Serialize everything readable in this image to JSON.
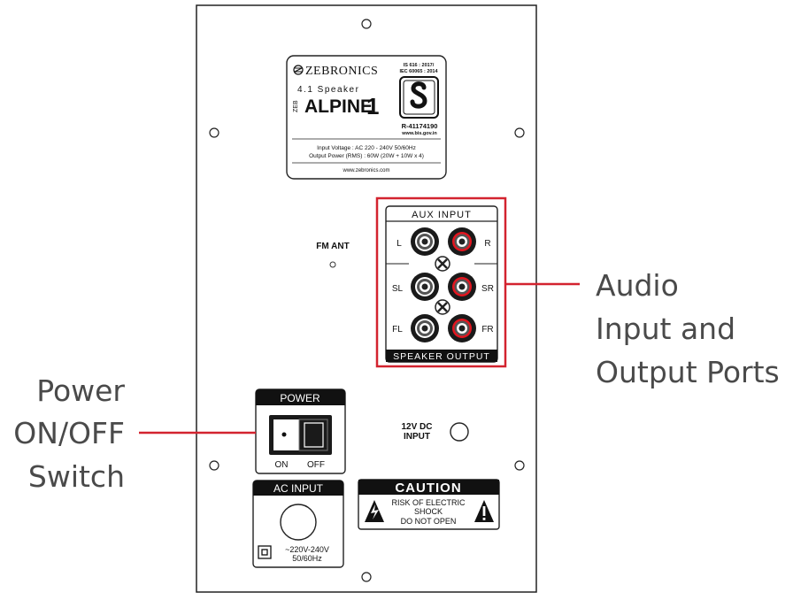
{
  "brand": {
    "name": "ZEBRONICS",
    "model_prefix": "4.1 Speaker",
    "model_zeb": "ZEB",
    "model_name": "ALPINE",
    "model_num": "1",
    "std_line1": "IS 616 : 2017/",
    "std_line2": "IEC 60065 : 2014",
    "registration": "R-41174190",
    "bis_url": "www.bis.gov.in",
    "input_voltage": "Input Voltage : AC 220 - 240V  50/60Hz",
    "output_power": "Output Power (RMS) : 60W (20W + 10W x 4)",
    "website": "www.zebronics.com"
  },
  "panel": {
    "fm_ant": "FM ANT",
    "aux_input": "AUX INPUT",
    "speaker_output": "SPEAKER  OUTPUT",
    "port_labels": {
      "l": "L",
      "r": "R",
      "sl": "SL",
      "sr": "SR",
      "fl": "FL",
      "fr": "FR"
    },
    "power_title": "POWER",
    "power_on": "ON",
    "power_off": "OFF",
    "dc_line1": "12V DC",
    "dc_line2": "INPUT",
    "ac_title": "AC INPUT",
    "ac_line1": "~220V-240V",
    "ac_line2": "50/60Hz",
    "caution_title": "CAUTION",
    "caution_line1": "RISK OF ELECTRIC",
    "caution_line2": "SHOCK",
    "caution_line3": "DO NOT OPEN"
  },
  "callouts": {
    "audio_line1": "Audio",
    "audio_line2": "Input and",
    "audio_line3": "Output Ports",
    "power_line1": "Power",
    "power_line2": "ON/OFF",
    "power_line3": "Switch"
  },
  "colors": {
    "highlight": "#d3232f",
    "port_red": "#e3151f",
    "ink": "#111111",
    "callout_text": "#4a4a4a"
  }
}
